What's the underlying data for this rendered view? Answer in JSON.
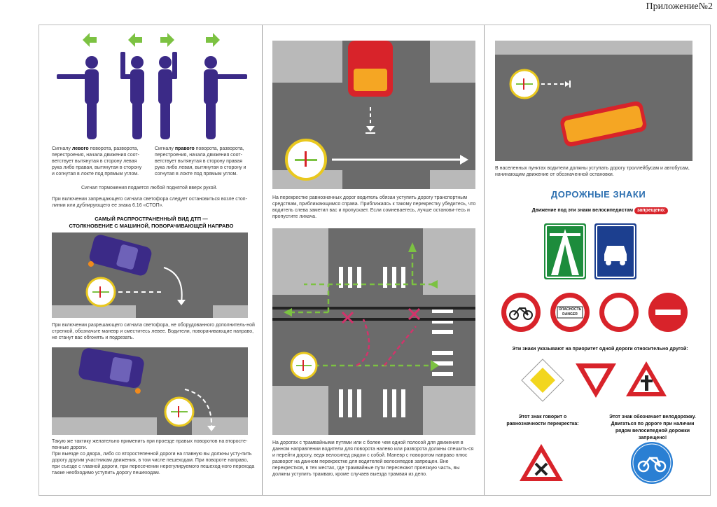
{
  "appendix_label": "Приложение№2",
  "col1": {
    "caption_left_1": "Сигналу ",
    "caption_left_bold": "левого",
    "caption_left_2": " поворота, разворота, перестроения, начала движения соот-ветствует вытянутая в сторону левая рука либо правая, вытянутая в сторону и согнутая в локте под прямым углом.",
    "caption_right_1": "Сигналу ",
    "caption_right_bold": "правого",
    "caption_right_2": " поворота, разворота, перестроения, начала движения соот-ветствует вытянутая в сторону правая рука либо левая, вытянутая в сторону и согнутая в локте под прямым углом.",
    "brake_signal": "Сигнал торможения подается любой поднятой вверх рукой.",
    "stop_text": "При включении запрещающего сигнала светофора следует остановиться возле стоп-линии или дублирующего ее знака 6.16 «СТОП».",
    "heading_line1": "САМЫЙ РАСПРОСТРАНЕННЫЙ ВИД ДТП —",
    "heading_line2": "СТОЛКНОВЕНИЕ С МАШИНОЙ, ПОВОРАЧИВАЮЩЕЙ НАПРАВО",
    "scene1_text": "При включении разрешающего сигнала светофора, не оборудованного дополнитель-ной стрелкой, обозначьте маневр и сместитесь левее. Водители, поворачивающие направо, не станут вас обгонять и подрезать.",
    "scene2_text_1": "Такую же тактику желательно применить при проезде правых поворотов на второсте-пенные дороги.",
    "scene2_text_2": "При выезде со двора, либо со второстепенной дороги на главную вы должны усту-пить дорогу другим участникам движения, в том числе пешеходам. При повороте направо, при съезде с главной дороги, при пересечении нерегулируемого пешеход-ного перехода также необходимо уступить дорогу пешеходам."
  },
  "col2": {
    "scene1_text": "На перекрестке равнозначных дорог водитель обязан уступить дорогу транспортным средствам, приближающимся справа. Приближаясь к такому перекрестку убедитесь, что водитель слева заметил вас и пропускает. Если сомневаетесь, лучше останови-тесь и пропустите лихача.",
    "scene2_text": "На дорогах с трамвайными путями или с более чем одной полосой для движения в данном направлении водители для поворота налево или разворота должны спешить-ся и перейти дорогу, ведя велосипед рядом с собой. Маневр с поворотом направо плюс разворот на данном перекрестке для водителей велосипедов запрещен. Вне перекрестков, в тех местах, где трамвайные пути пересекают проезжую часть, вы должны уступить трамваю, кроме случаев выезда трамвая из депо."
  },
  "col3": {
    "scene_text": "В населенных пунктах водители должны уступать дорогу троллейбусам и автобусам, начинающим движение от обозначенной остановки.",
    "title": "ДОРОЖНЫЕ ЗНАКИ",
    "forbidden_intro": "Движение под эти знаки велосипедистам",
    "forbidden_badge": "запрещено:",
    "danger_line1": "ОПАСНОСТЬ",
    "danger_line2": "DANGER",
    "priority_text": "Эти знаки указывают на приоритет одной дороги относительно другой:",
    "equal_text": "Этот знак говорит о равнозначности перекрестка:",
    "bike_text": "Этот знак обозначает велодорожку. Двигаться по дороге при наличии рядом велосипедной дорожки запрещено!"
  },
  "colors": {
    "accent_blue": "#2c6fb0",
    "sign_red": "#d8232a",
    "road_gray": "#6b6b6b",
    "arrow_green": "#7cc242",
    "cyclist_purple": "#3b2a87"
  }
}
